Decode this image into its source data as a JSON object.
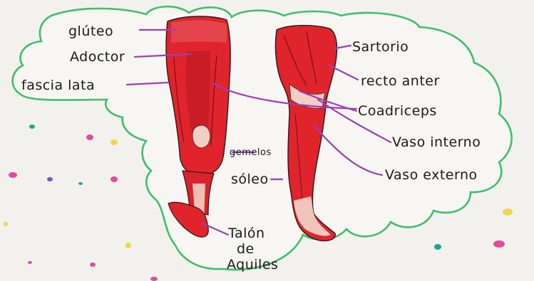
{
  "labels": {
    "gluteo": "glúteo",
    "aductor": "Adoctor",
    "fascia_lata": "fascia lata",
    "gemelos": "gemelos",
    "soleo": "sóleo",
    "talon_line1": "Talón",
    "talon_line2": "de",
    "talon_line3": "Aquiles",
    "sartorio": "Sartorio",
    "recto_anterior": "recto anter",
    "cuadriceps": "Coadriceps",
    "vaso_interno": "Vaso interno",
    "vaso_externo": "Vaso externo"
  },
  "colors": {
    "paper": "#f3f1ee",
    "outline": "#3fbf6a",
    "muscle": "#e0242c",
    "muscle_dark": "#a5121c",
    "tendon": "#f2cfc4",
    "leader": "#9b3fb8",
    "confetti": [
      "#e4489b",
      "#f0d64a",
      "#1fa39a",
      "#7b4bc8"
    ]
  }
}
